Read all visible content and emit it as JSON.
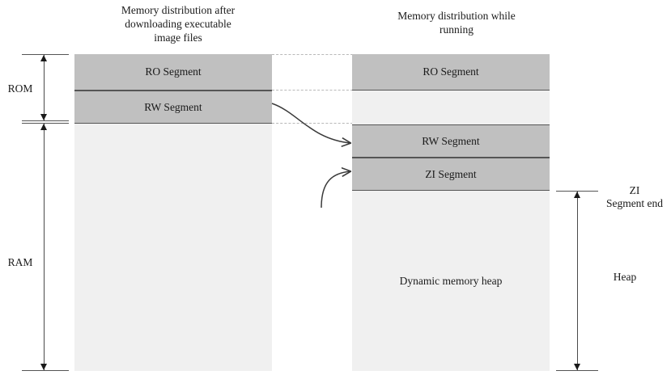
{
  "diagram": {
    "title_left": "Memory distribution after\ndownloading executable\nimage files",
    "title_right": "Memory distribution while\nrunning",
    "colors": {
      "segment_fill": "#c0c0c0",
      "free_fill": "#f0f0f0",
      "border": "#555555",
      "guide": "#b8b8b8",
      "arrow": "#4a4a4a"
    },
    "left_column": {
      "name": "load-view",
      "segments": [
        {
          "label": "RO Segment",
          "style": "filled"
        },
        {
          "label": "RW Segment",
          "style": "filled"
        },
        {
          "label": "",
          "style": "empty"
        }
      ]
    },
    "right_column": {
      "name": "run-view",
      "segments": [
        {
          "label": "RO Segment",
          "style": "filled"
        },
        {
          "label": "",
          "style": "empty"
        },
        {
          "label": "RW Segment",
          "style": "filled"
        },
        {
          "label": "ZI Segment",
          "style": "filled"
        },
        {
          "label": "Dynamic memory heap",
          "style": "empty"
        }
      ]
    },
    "brackets": [
      {
        "name": "rom",
        "label": "ROM",
        "side": "left"
      },
      {
        "name": "ram",
        "label": "RAM",
        "side": "left"
      },
      {
        "name": "zi-segment-end",
        "label": "ZI\nSegment end",
        "side": "right"
      },
      {
        "name": "heap",
        "label": "Heap",
        "side": "right"
      }
    ]
  }
}
